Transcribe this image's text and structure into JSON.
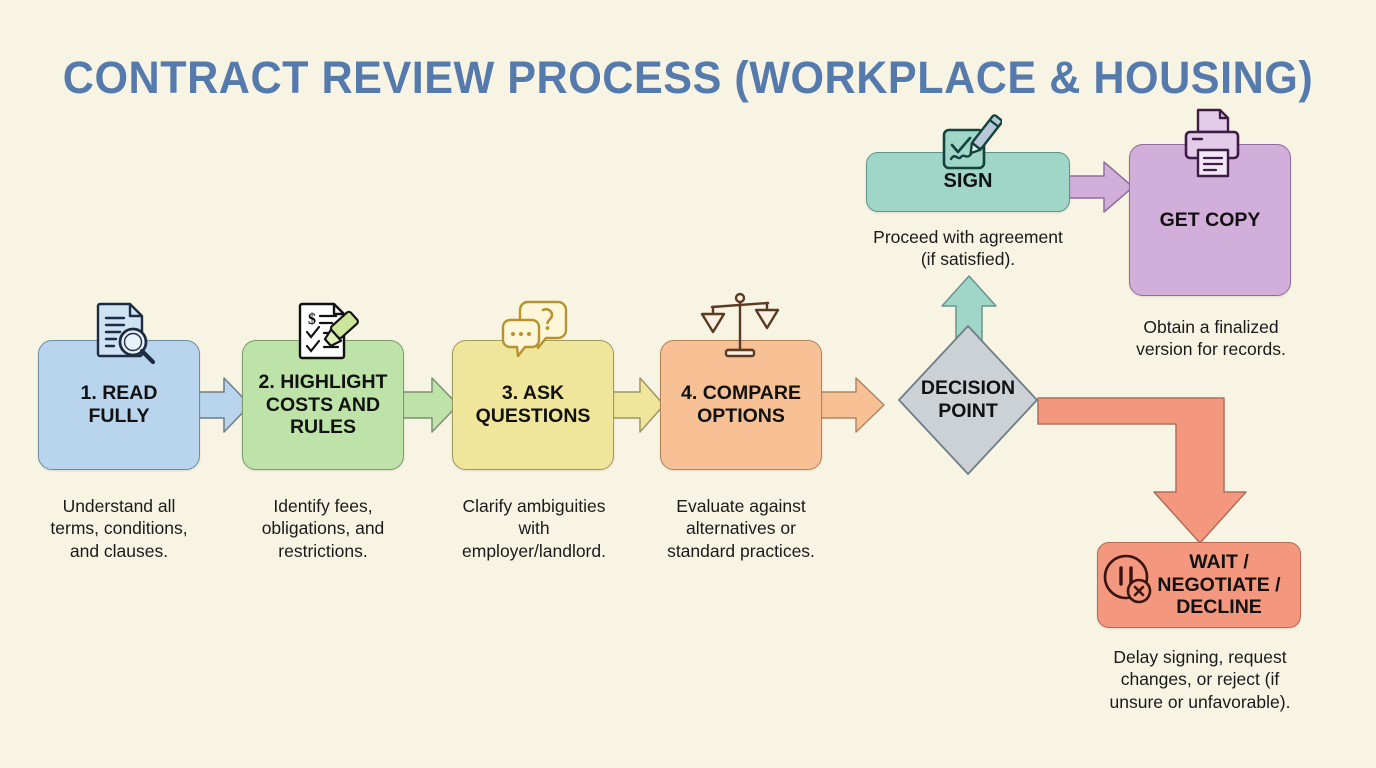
{
  "title": "CONTRACT REVIEW PROCESS (WORKPLACE & HOUSING)",
  "background_color": "#f7f4e3",
  "title_color": "#557aab",
  "diagram": {
    "type": "flowchart",
    "nodes": [
      {
        "id": "read-fully",
        "label": "1. READ\nFULLY",
        "caption": "Understand all\nterms, conditions,\nand clauses.",
        "color": "#b8d5ed",
        "icon": "document-magnifier-icon",
        "shape": "rounded-rect"
      },
      {
        "id": "highlight-costs-and-rules",
        "label": "2. HIGHLIGHT\nCOSTS AND\nRULES",
        "caption": "Identify fees,\nobligations, and\nrestrictions.",
        "color": "#bee3a8",
        "icon": "checklist-highlighter-icon",
        "shape": "rounded-rect"
      },
      {
        "id": "ask-questions",
        "label": "3. ASK\nQUESTIONS",
        "caption": "Clarify ambiguities\nwith\nemployer/landlord.",
        "color": "#efe69b",
        "icon": "speech-bubbles-question-icon",
        "shape": "rounded-rect"
      },
      {
        "id": "compare-options",
        "label": "4. COMPARE\nOPTIONS",
        "caption": "Evaluate against\nalternatives or\nstandard practices.",
        "color": "#f8c195",
        "icon": "balance-scale-icon",
        "shape": "rounded-rect"
      },
      {
        "id": "decision-point",
        "label": "DECISION\nPOINT",
        "caption": "",
        "color": "#ccd1d6",
        "icon": "",
        "shape": "diamond"
      },
      {
        "id": "sign",
        "label": "SIGN",
        "caption": "Proceed with agreement\n(if satisfied).",
        "color": "#9fd6c8",
        "icon": "signature-pen-icon",
        "shape": "rounded-rect"
      },
      {
        "id": "get-copy",
        "label": "GET COPY",
        "caption": "Obtain a finalized\nversion for records.",
        "color": "#d2aedb",
        "icon": "printer-icon",
        "shape": "rounded-rect"
      },
      {
        "id": "wait-negotiate-decline",
        "label": "WAIT /\nNEGOTIATE /\nDECLINE",
        "caption": "Delay signing, request\nchanges, or reject (if\nunsure or unfavorable).",
        "color": "#f4977f",
        "icon": "pause-cancel-icon",
        "shape": "rounded-rect"
      }
    ],
    "edges": [
      {
        "from": "read-fully",
        "to": "highlight-costs-and-rules",
        "direction": "right",
        "color": "#b8d5ed"
      },
      {
        "from": "highlight-costs-and-rules",
        "to": "ask-questions",
        "direction": "right",
        "color": "#bee3a8"
      },
      {
        "from": "ask-questions",
        "to": "compare-options",
        "direction": "right",
        "color": "#efe69b"
      },
      {
        "from": "compare-options",
        "to": "decision-point",
        "direction": "right",
        "color": "#f8c195"
      },
      {
        "from": "decision-point",
        "to": "sign",
        "direction": "up",
        "color": "#9fd6c8"
      },
      {
        "from": "sign",
        "to": "get-copy",
        "direction": "right",
        "color": "#d2aedb"
      },
      {
        "from": "decision-point",
        "to": "wait-negotiate-decline",
        "direction": "right-then-down",
        "color": "#f4977f"
      }
    ]
  },
  "labels": {
    "box1_line1": "1. READ",
    "box1_line2": "FULLY",
    "box2_line1": "2. HIGHLIGHT",
    "box2_line2": "COSTS AND",
    "box2_line3": "RULES",
    "box3_line1": "3. ASK",
    "box3_line2": "QUESTIONS",
    "box4_line1": "4. COMPARE",
    "box4_line2": "OPTIONS",
    "decision_line1": "DECISION",
    "decision_line2": "POINT",
    "sign": "SIGN",
    "getcopy": "GET COPY",
    "wait_line1": "WAIT /",
    "wait_line2": "NEGOTIATE /",
    "wait_line3": "DECLINE"
  },
  "captions": {
    "cap1_line1": "Understand all",
    "cap1_line2": "terms, conditions,",
    "cap1_line3": "and clauses.",
    "cap2_line1": "Identify fees,",
    "cap2_line2": "obligations, and",
    "cap2_line3": "restrictions.",
    "cap3_line1": "Clarify ambiguities",
    "cap3_line2": "with",
    "cap3_line3": "employer/landlord.",
    "cap4_line1": "Evaluate against",
    "cap4_line2": "alternatives or",
    "cap4_line3": "standard practices.",
    "sign_line1": "Proceed with agreement",
    "sign_line2": "(if satisfied).",
    "getcopy_line1": "Obtain a finalized",
    "getcopy_line2": "version for records.",
    "wait_line1": "Delay signing, request",
    "wait_line2": "changes, or reject (if",
    "wait_line3": "unsure or unfavorable)."
  }
}
